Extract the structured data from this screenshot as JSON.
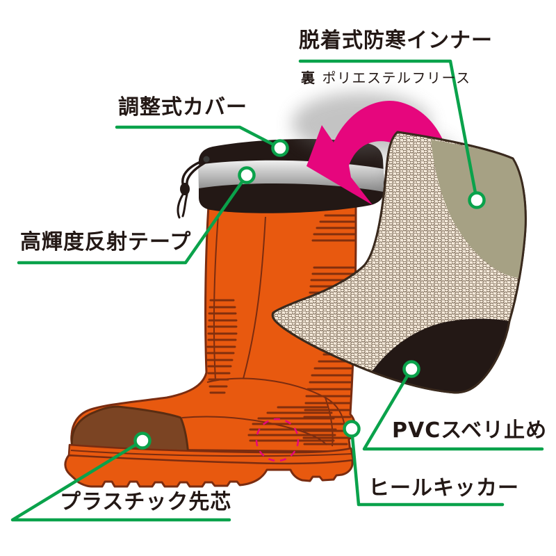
{
  "diagram": {
    "title": "winter-boot-feature-diagram",
    "labels": {
      "inner": {
        "text": "脱着式防寒インナー",
        "sub_prefix": "裏",
        "sub_text": "ポリエステルフリース"
      },
      "cover": {
        "text": "調整式カバー"
      },
      "tape": {
        "text": "高輝度反射テープ"
      },
      "toe_cap": {
        "text": "プラスチック先芯"
      },
      "pvc": {
        "text": "PVCスベリ止め"
      },
      "heel": {
        "text": "ヒールキッカー"
      }
    },
    "colors": {
      "boot_orange": "#E8590F",
      "boot_outline": "#7A2C10",
      "toe_cap_brown": "#7B4423",
      "cuff_black": "#231815",
      "reflective_silver": "#C9C9C9",
      "liner_mesh_bg": "#F4E9DA",
      "liner_mesh_stroke": "#5A4733",
      "liner_fleece_khaki": "#A6A184",
      "liner_sole_black": "#231815",
      "callout_green": "#0AA24B",
      "arrow_magenta": "#E6067D",
      "dashed_circle_pink": "#E6067D",
      "label_text": "#231815"
    },
    "icons": [
      "insert-arrow-icon",
      "callout-dot",
      "drawstring-toggle"
    ]
  }
}
